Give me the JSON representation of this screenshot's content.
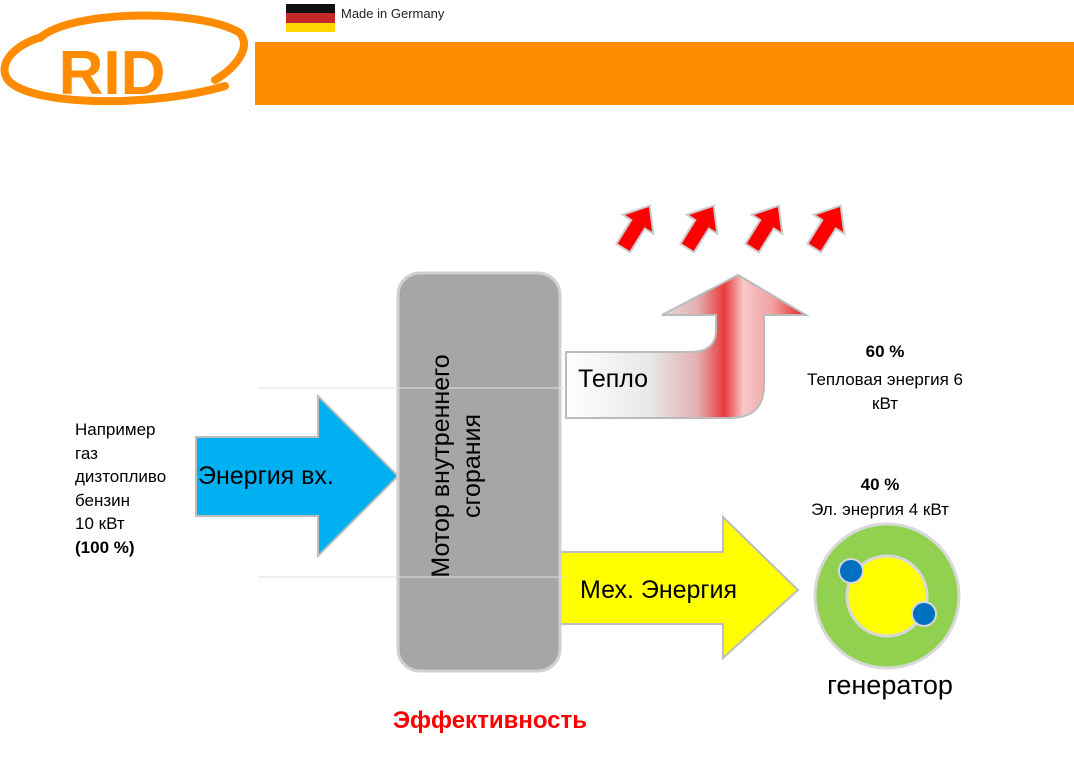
{
  "header": {
    "logo_text": "RID",
    "made_in": "Made in Germany",
    "flag_colors": [
      "#111111",
      "#c62828",
      "#ffd700"
    ],
    "bar_color": "#ff8c00"
  },
  "diagram": {
    "input": {
      "lines": [
        "Например",
        "газ",
        "дизтопливо",
        "бензин",
        "10 кВт"
      ],
      "total": "(100 %)"
    },
    "energy_in_label": "Энергия вх.",
    "motor_label": "Мотор внутреннего сгорания",
    "heat_arrow_label": "Тепло",
    "mech_arrow_label": "Мех. Энергия",
    "heat_output": {
      "percent": "60 %",
      "description": "Тепловая энергия 6 кВт"
    },
    "electric_output": {
      "percent": "40 %",
      "description": "Эл. энергия 4 кВт"
    },
    "generator_label": "генератор",
    "title": "Эффективность",
    "colors": {
      "energy_in": "#00b0f0",
      "motor": "#a6a6a6",
      "mech": "#ffff00",
      "heat": "#ff0000",
      "generator_ring": "#92d050",
      "generator_core": "#ffff00",
      "generator_brush": "#0070c0",
      "title": "#ff0000"
    }
  }
}
